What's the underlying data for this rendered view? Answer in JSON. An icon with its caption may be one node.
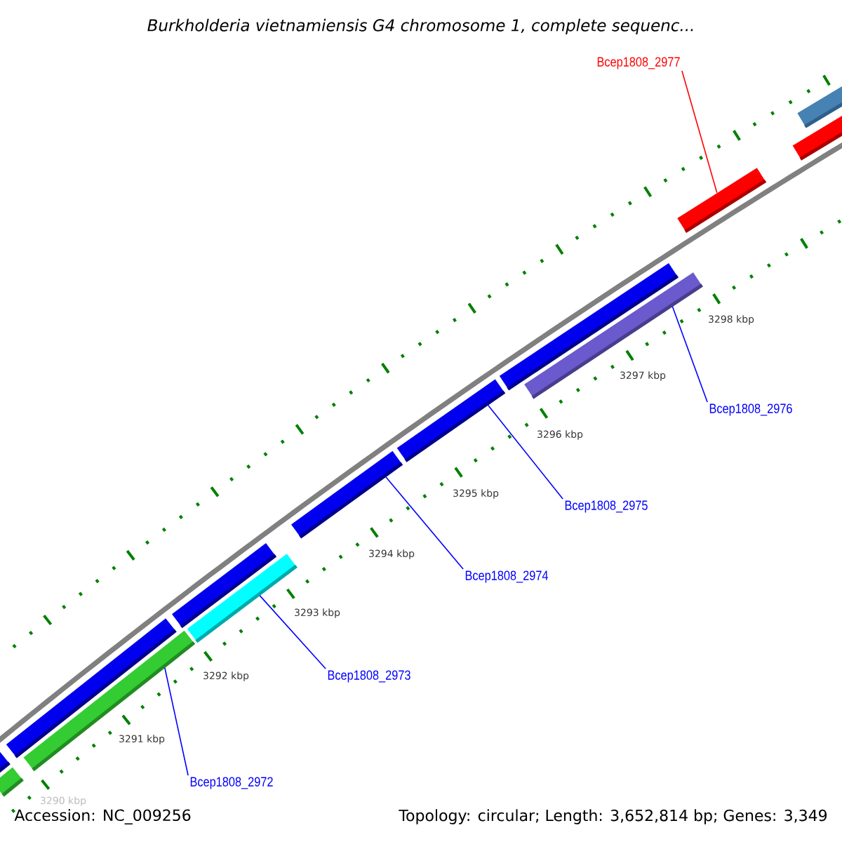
{
  "diagram": {
    "title": "Burkholderia vietnamiensis G4 chromosome 1, complete sequenc...",
    "nodes": [
      {
        "text": [
          "Bcep1808_2977"
        ]
      },
      {
        "text": [
          "Bcep1808_2976"
        ]
      },
      {
        "text": [
          "Bcep1808_2975"
        ]
      },
      {
        "text": [
          "Bcep1808_2974"
        ]
      },
      {
        "text": [
          "Bcep1808_2973"
        ]
      },
      {
        "text": [
          "Bcep1808_2972"
        ]
      },
      {
        "text": [],
        "shape": "bar"
      },
      {
        "text": [],
        "shape": "bar"
      },
      {
        "text": [],
        "shape": "bar"
      },
      {
        "text": [],
        "shape": "bar"
      },
      {
        "text": [],
        "shape": "bar"
      },
      {
        "text": [],
        "shape": "bar"
      },
      {
        "text": [],
        "shape": "bar"
      },
      {
        "text": [],
        "shape": "bar"
      },
      {
        "text": [],
        "shape": "bar"
      },
      {
        "text": [],
        "shape": "bar"
      },
      {
        "text": [],
        "shape": "bar"
      },
      {
        "text": [],
        "shape": "bar"
      },
      {
        "text": [],
        "shape": "bar"
      }
    ],
    "edges": [
      {
        "from": 0,
        "to": 16,
        "arrow": "none",
        "color": "#ff0000"
      },
      {
        "from": 1,
        "to": 14,
        "arrow": "none"
      },
      {
        "from": 2,
        "to": 13,
        "arrow": "none"
      },
      {
        "from": 3,
        "to": 12,
        "arrow": "none"
      },
      {
        "from": 4,
        "to": 11,
        "arrow": "none"
      },
      {
        "from": 5,
        "to": 9,
        "arrow": "none"
      }
    ],
    "labels": [
      "3298 kbp",
      "3297 kbp",
      "3296 kbp",
      "3295 kbp",
      "3294 kbp",
      "3293 kbp",
      "3292 kbp",
      "3291 kbp",
      "3290 kbp",
      "Accession: NC_009256",
      "Topology: circular; Length: 3,652,814 bp; Genes: 3,349"
    ]
  }
}
